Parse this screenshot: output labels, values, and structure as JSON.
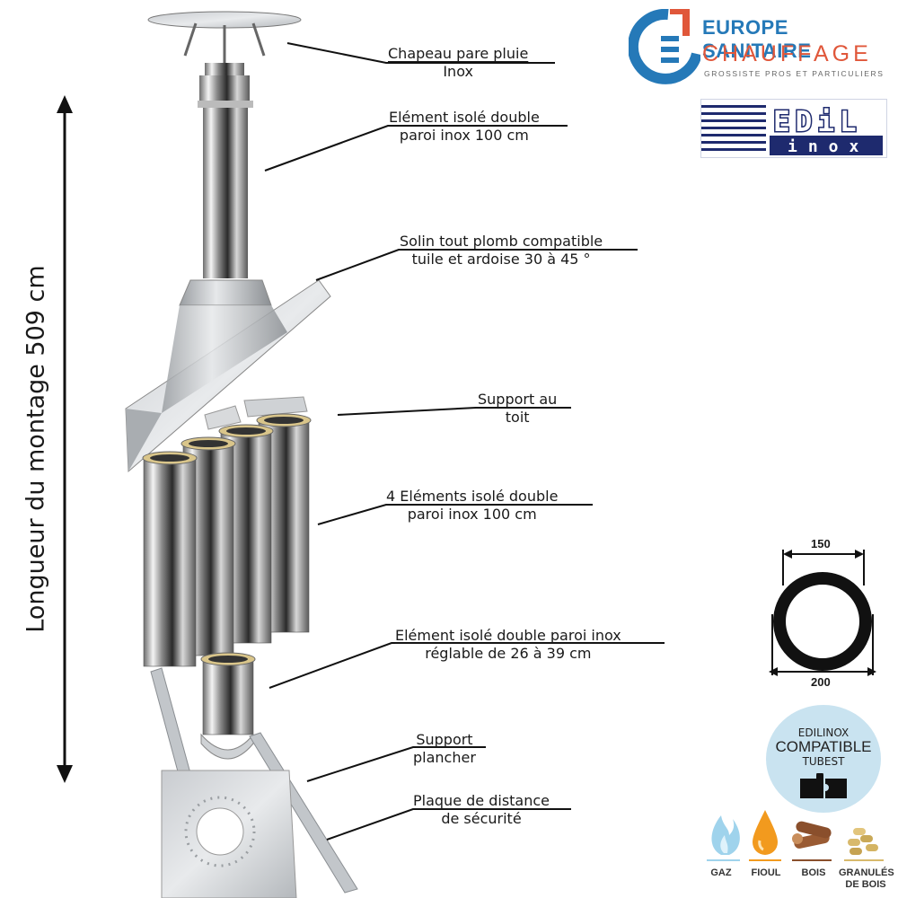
{
  "title_vertical": "Longueur du montage  509 cm",
  "labels": [
    {
      "id": "chapeau",
      "line1": "Chapeau pare pluie",
      "line2": "Inox"
    },
    {
      "id": "element-top",
      "line1": "Elément isolé double",
      "line2": "paroi inox 100 cm"
    },
    {
      "id": "solin",
      "line1": "Solin tout plomb compatible",
      "line2": "tuile et ardoise 30 à 45 °"
    },
    {
      "id": "support-toit",
      "line1": "Support au",
      "line2": "toit"
    },
    {
      "id": "quatre-elements",
      "line1": "4 Eléments isolé double",
      "line2": "paroi inox 100 cm"
    },
    {
      "id": "element-reglable",
      "line1": "Elément isolé double paroi inox",
      "line2": "réglable de 26 à 39 cm"
    },
    {
      "id": "support-plancher",
      "line1": "Support",
      "line2": "plancher"
    },
    {
      "id": "plaque",
      "line1": "Plaque de distance",
      "line2": "de sécurité"
    }
  ],
  "logo_europe": {
    "line1": "EUROPE SANITAIRE",
    "line2": "CHAUFFAGE",
    "line3": "GROSSISTE PROS ET PARTICULIERS"
  },
  "logo_edil": {
    "line1": "EDiL",
    "line2": "inox"
  },
  "diameter": {
    "inner": "150",
    "outer": "200"
  },
  "badge": {
    "line1": "EDILINOX",
    "line2": "COMPATIBLE",
    "line3": "TUBEST"
  },
  "fuels": [
    {
      "label": "GAZ"
    },
    {
      "label": "FIOUL"
    },
    {
      "label": "BOIS"
    },
    {
      "label": "GRANULÉS DE BOIS"
    }
  ],
  "colors": {
    "brand_blue": "#2579b8",
    "brand_orange": "#e0573a",
    "edil_navy": "#1e2a6e",
    "badge_bg": "#c9e3f0"
  }
}
